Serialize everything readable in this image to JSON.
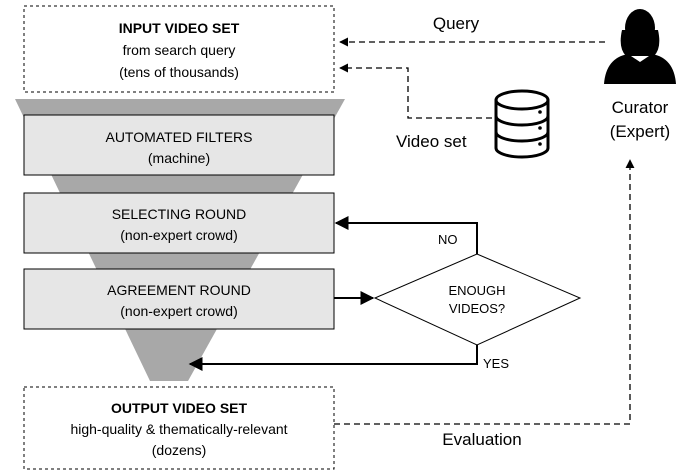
{
  "input_box": {
    "title": "INPUT VIDEO SET",
    "line1": "from search query",
    "line2": "(tens of thousands)"
  },
  "filters": {
    "automated": {
      "title": "AUTOMATED FILTERS",
      "subtitle": "(machine)"
    },
    "selecting": {
      "title": "SELECTING ROUND",
      "subtitle": "(non-expert crowd)"
    },
    "agreement": {
      "title": "AGREEMENT ROUND",
      "subtitle": "(non-expert crowd)"
    }
  },
  "decision": {
    "line1": "ENOUGH",
    "line2": "VIDEOS?",
    "no_label": "NO",
    "yes_label": "YES"
  },
  "output_box": {
    "title": "OUTPUT VIDEO SET",
    "line1": "high-quality & thematically-relevant",
    "line2": "(dozens)"
  },
  "curator": {
    "line1": "Curator",
    "line2": "(Expert)",
    "icon": "person-icon"
  },
  "labels": {
    "query": "Query",
    "video_set": "Video set",
    "evaluation": "Evaluation"
  },
  "database_icon": "database-icon",
  "colors": {
    "funnel": "#a8a8a8",
    "box_fill": "#e6e6e6",
    "stroke": "#000000"
  }
}
